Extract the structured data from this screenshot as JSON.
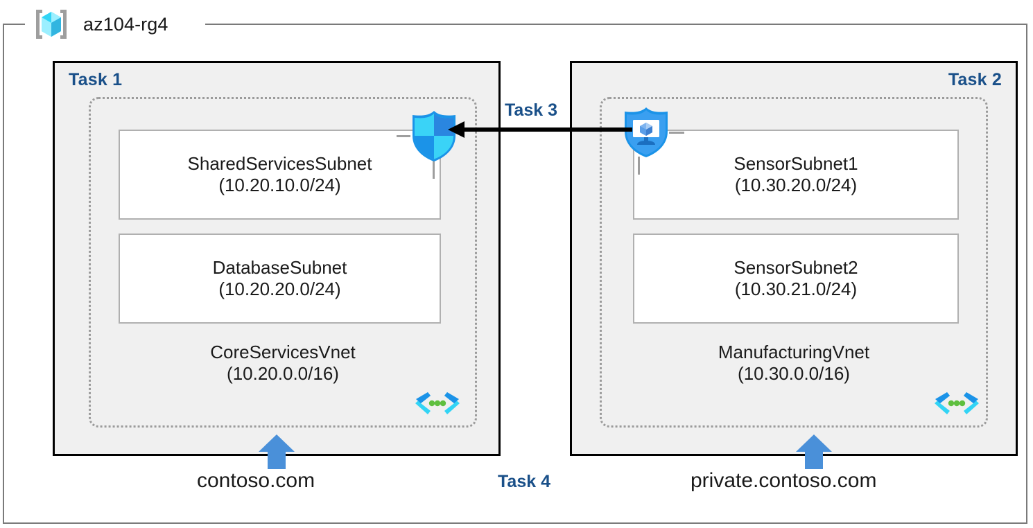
{
  "resource_group": {
    "name": "az104-rg4",
    "icon": "azure-resource-group-cube-icon"
  },
  "panels": [
    {
      "id": "task1",
      "title": "Task 1",
      "title_align": "left",
      "vnet": {
        "name": "CoreServicesVnet",
        "cidr": "(10.20.0.0/16)",
        "icon": "vnet-angle-bracket-icon",
        "subnets": [
          {
            "name": "SharedServicesSubnet",
            "cidr": "(10.20.10.0/24)"
          },
          {
            "name": "DatabaseSubnet",
            "cidr": "(10.20.20.0/24)"
          }
        ]
      },
      "dns": {
        "label": "contoso.com",
        "icon": "blue-up-arrow-icon"
      }
    },
    {
      "id": "task2",
      "title": "Task 2",
      "title_align": "right",
      "vnet": {
        "name": "ManufacturingVnet",
        "cidr": "(10.30.0.0/16)",
        "icon": "vnet-angle-bracket-icon",
        "subnets": [
          {
            "name": "SensorSubnet1",
            "cidr": "(10.30.20.0/24)"
          },
          {
            "name": "SensorSubnet2",
            "cidr": "(10.30.21.0/24)"
          }
        ]
      },
      "dns": {
        "label": "private.contoso.com",
        "icon": "blue-up-arrow-icon"
      }
    }
  ],
  "connections": {
    "peering": {
      "title": "Task 3",
      "direction": "right-to-left",
      "source_icon": "vnet-peering-shield-icon",
      "target_icon": "network-security-group-shield-icon"
    },
    "dns_task": {
      "title": "Task 4"
    }
  },
  "colors": {
    "task_label": "#1a5089",
    "panel_fill": "#f0f0f0",
    "panel_border": "#000000",
    "vnet_border": "#9b9b9b",
    "subnet_border": "#b0b0b0",
    "frame_border": "#7a7a7a",
    "dns_arrow": "#4a90d9",
    "shield_cyan": "#32c8f0",
    "shield_blue": "#1b93e8",
    "icon_cube_cyan": "#50e6ff",
    "bracket_gray": "#9e9e9e"
  }
}
